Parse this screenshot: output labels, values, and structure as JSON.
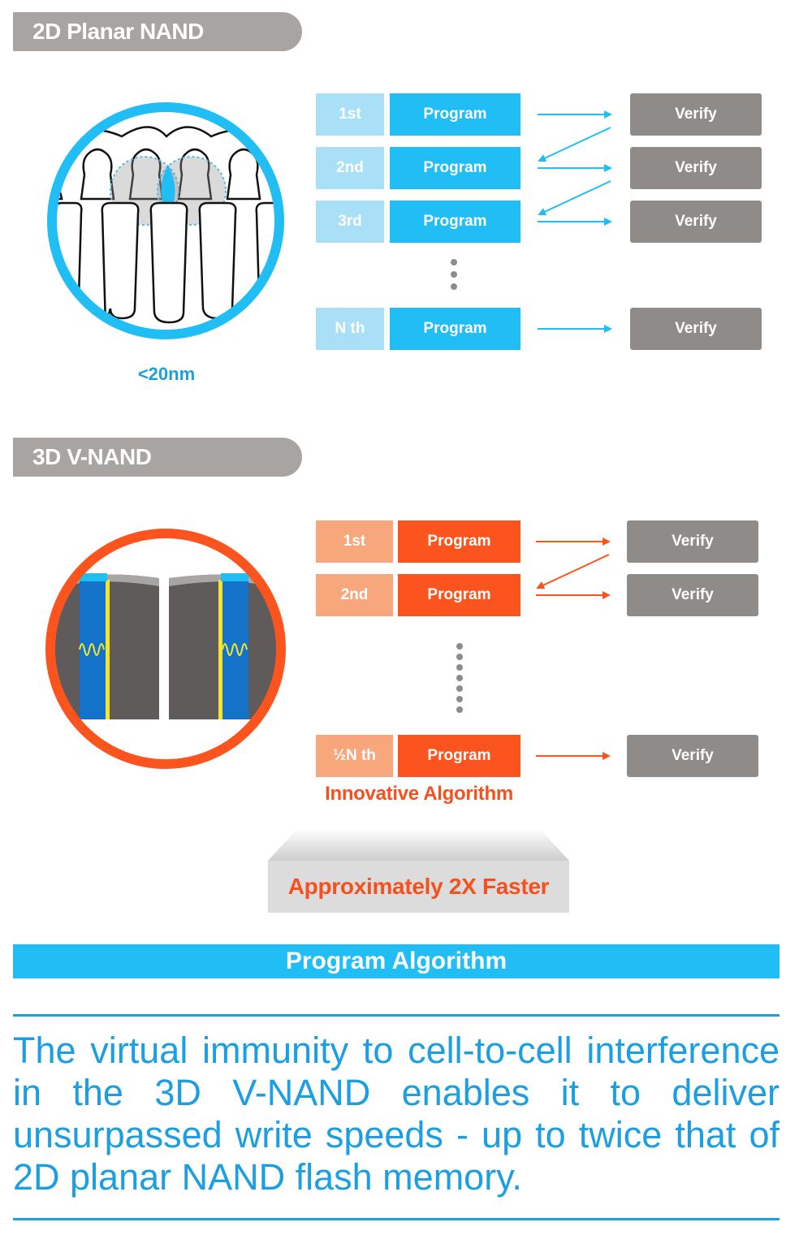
{
  "top_section": {
    "title": "2D Planar NAND",
    "scale_label": "<20nm",
    "rows": [
      {
        "step": "1st",
        "action": "Program",
        "result": "Verify"
      },
      {
        "step": "2nd",
        "action": "Program",
        "result": "Verify"
      },
      {
        "step": "3rd",
        "action": "Program",
        "result": "Verify"
      },
      {
        "step": "N th",
        "action": "Program",
        "result": "Verify"
      }
    ]
  },
  "bottom_section": {
    "title": "3D V-NAND",
    "rows": [
      {
        "step": "1st",
        "action": "Program",
        "result": "Verify"
      },
      {
        "step": "2nd",
        "action": "Program",
        "result": "Verify"
      },
      {
        "step": "½N th",
        "action": "Program",
        "result": "Verify"
      }
    ],
    "algorithm_label": "Innovative Algorithm",
    "speed_label": "Approximately 2X Faster"
  },
  "banner": "Program Algorithm",
  "caption": "The virtual immunity to cell-to-cell interference in the 3D V-NAND enables it to deliver unsurpassed write speeds - up to twice that of 2D planar NAND flash memory.",
  "colors": {
    "blue_accent": "#21bdf5",
    "orange_accent": "#fb541f",
    "verify_gray": "#8e8b89",
    "header_gray": "#a7a4a2"
  }
}
